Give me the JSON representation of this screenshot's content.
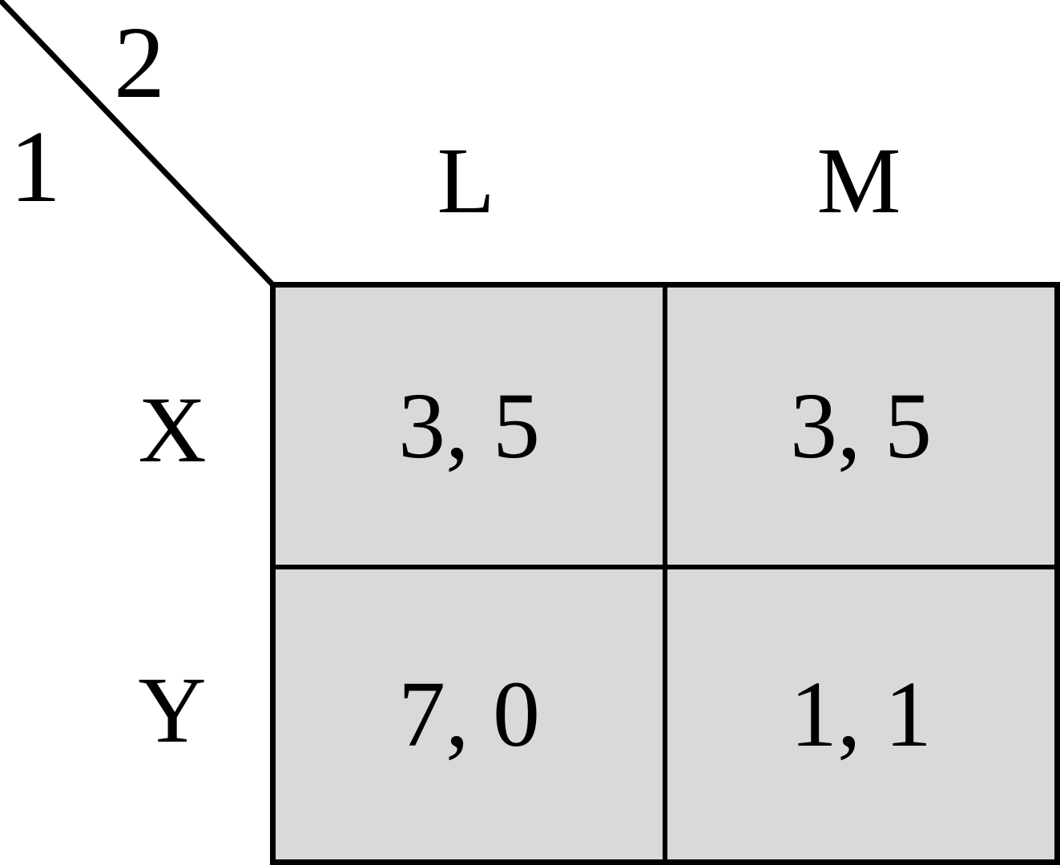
{
  "figure": {
    "type": "normal-form-payoff-matrix",
    "background_color": "#ffffff",
    "cell_fill_color": "#d9d9d9",
    "line_color": "#000000"
  },
  "players": {
    "row_player_label": "1",
    "column_player_label": "2"
  },
  "column_headers": [
    {
      "key": "L",
      "label": "L"
    },
    {
      "key": "M",
      "label": "M"
    }
  ],
  "row_headers": [
    {
      "key": "X",
      "label": "X"
    },
    {
      "key": "Y",
      "label": "Y"
    }
  ],
  "cells": [
    [
      {
        "row": "X",
        "col": "L",
        "text": "3, 5",
        "payoff_row": 3,
        "payoff_col": 5
      },
      {
        "row": "X",
        "col": "M",
        "text": "3, 5",
        "payoff_row": 3,
        "payoff_col": 5
      }
    ],
    [
      {
        "row": "Y",
        "col": "L",
        "text": "7, 0",
        "payoff_row": 7,
        "payoff_col": 0
      },
      {
        "row": "Y",
        "col": "M",
        "text": "1, 1",
        "payoff_row": 1,
        "payoff_col": 1
      }
    ]
  ],
  "chart_data": {
    "type": "table",
    "title": "",
    "xlabel": "",
    "ylabel": "",
    "row_player": "1",
    "column_player": "2",
    "categories": [
      "L",
      "M"
    ],
    "row_categories": [
      "X",
      "Y"
    ],
    "series": [
      {
        "name": "X",
        "values": [
          "3, 5",
          "3, 5"
        ]
      },
      {
        "name": "Y",
        "values": [
          "7, 0",
          "1, 1"
        ]
      }
    ],
    "payoffs": {
      "X,L": [
        3,
        5
      ],
      "X,M": [
        3,
        5
      ],
      "Y,L": [
        7,
        0
      ],
      "Y,M": [
        1,
        1
      ]
    },
    "grid": true,
    "legend": "none"
  }
}
